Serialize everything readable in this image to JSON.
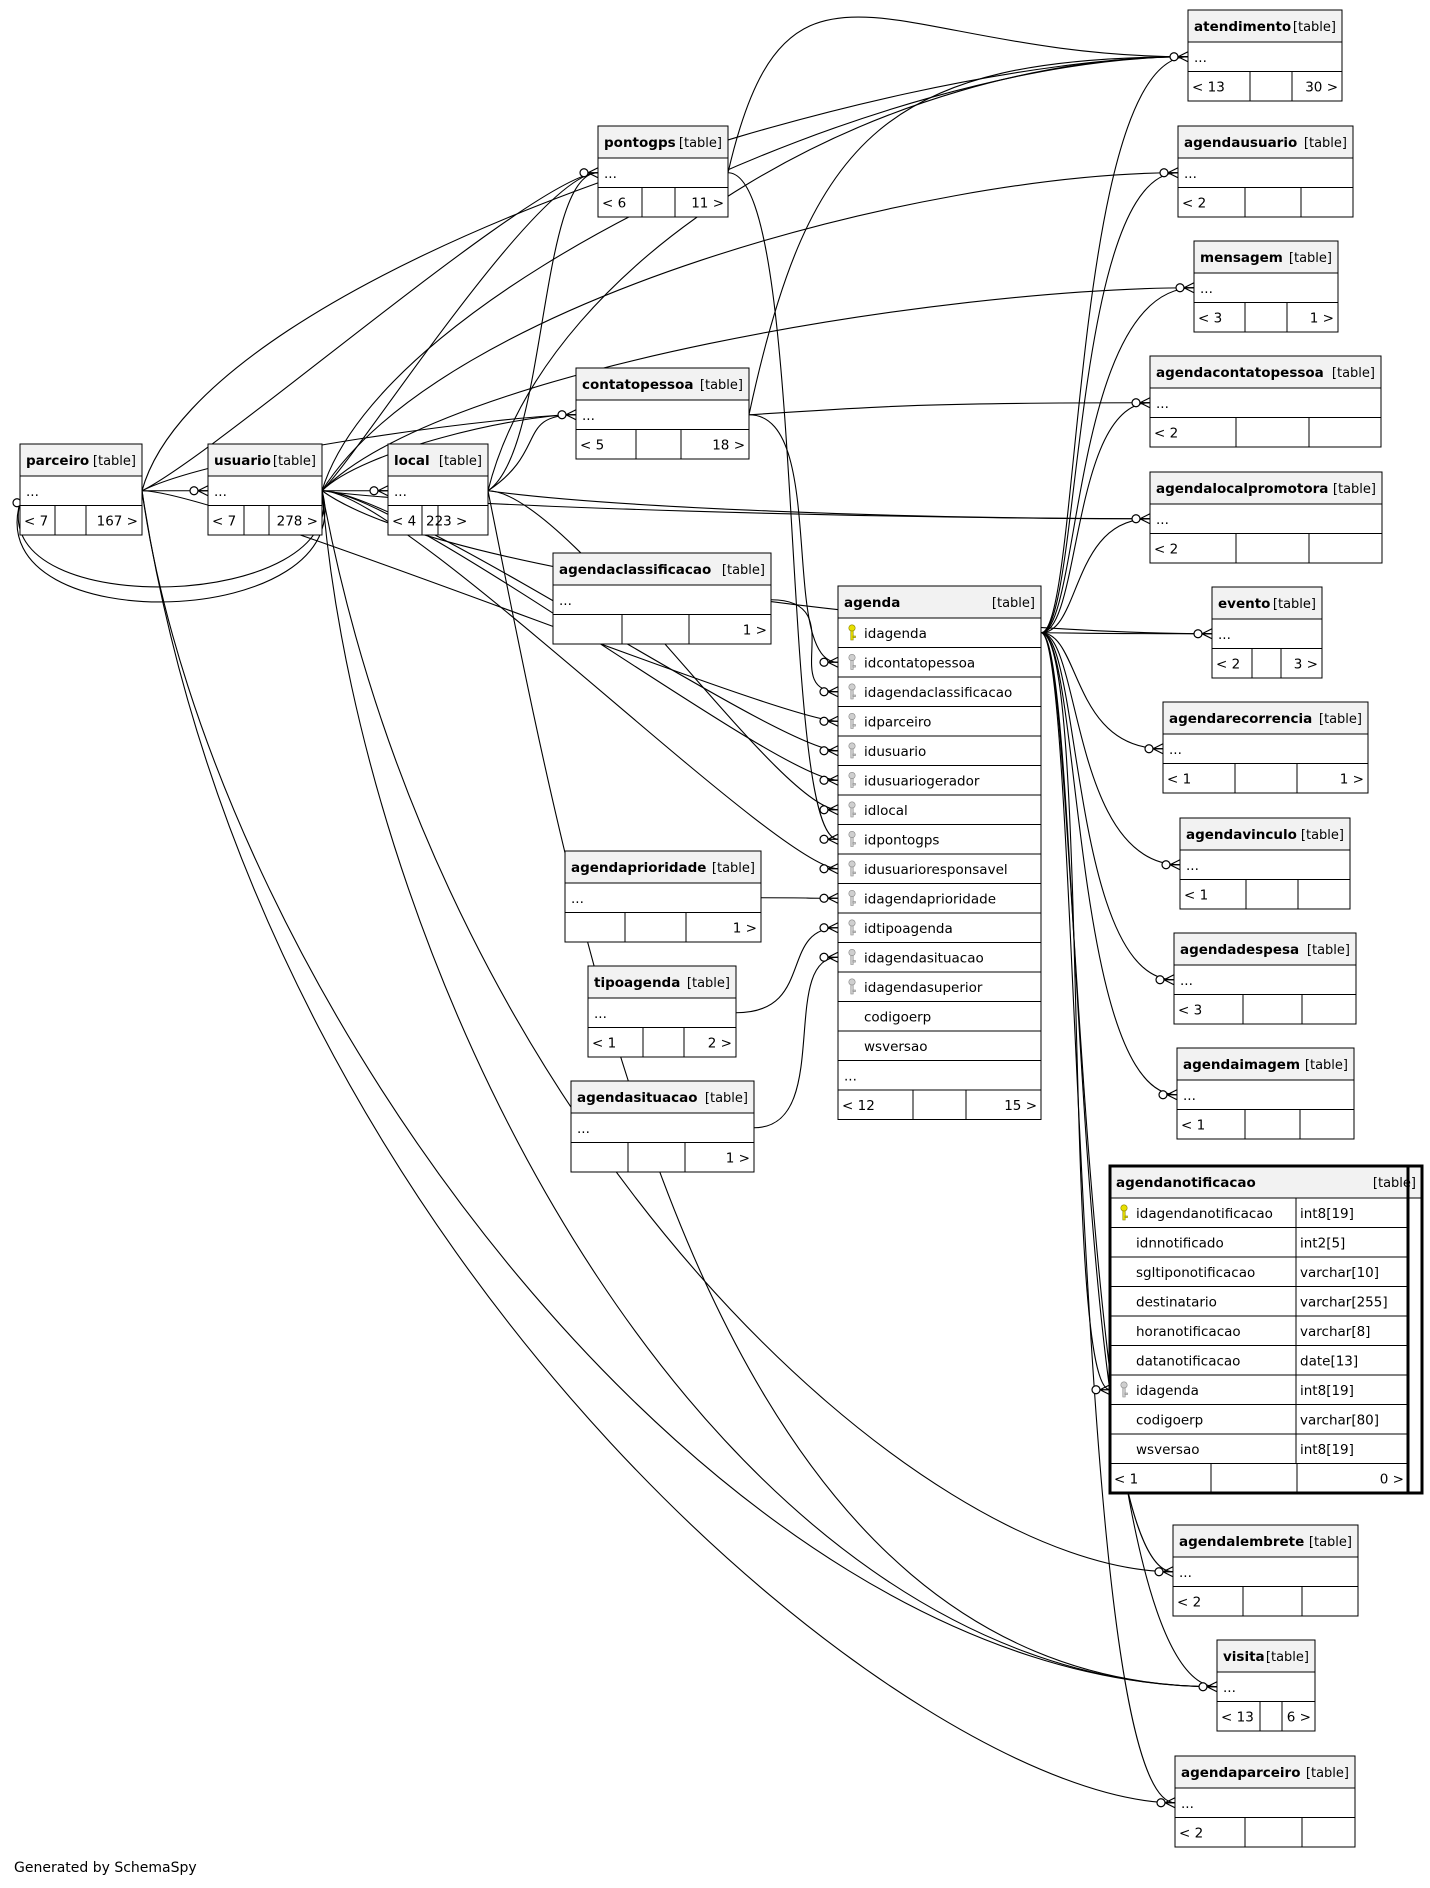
{
  "footer": "Generated by SchemaSpy",
  "tables": [
    {
      "id": "atendimento",
      "name": "atendimento",
      "type": "[table]",
      "rows": [
        "..."
      ],
      "counts": [
        "< 13",
        "",
        "30 >"
      ]
    },
    {
      "id": "agendausuario",
      "name": "agendausuario",
      "type": "[table]",
      "rows": [
        "..."
      ],
      "counts": [
        "< 2",
        "",
        ""
      ]
    },
    {
      "id": "mensagem",
      "name": "mensagem",
      "type": "[table]",
      "rows": [
        "..."
      ],
      "counts": [
        "< 3",
        "",
        "1 >"
      ]
    },
    {
      "id": "agendacontatopessoa",
      "name": "agendacontatopessoa",
      "type": "[table]",
      "rows": [
        "..."
      ],
      "counts": [
        "< 2",
        "",
        ""
      ]
    },
    {
      "id": "agendalocalpromotora",
      "name": "agendalocalpromotora",
      "type": "[table]",
      "rows": [
        "..."
      ],
      "counts": [
        "< 2",
        "",
        ""
      ]
    },
    {
      "id": "evento",
      "name": "evento",
      "type": "[table]",
      "rows": [
        "..."
      ],
      "counts": [
        "< 2",
        "",
        "3 >"
      ]
    },
    {
      "id": "agendarecorrencia",
      "name": "agendarecorrencia",
      "type": "[table]",
      "rows": [
        "..."
      ],
      "counts": [
        "< 1",
        "",
        "1 >"
      ]
    },
    {
      "id": "agendavinculo",
      "name": "agendavinculo",
      "type": "[table]",
      "rows": [
        "..."
      ],
      "counts": [
        "< 1",
        "",
        ""
      ]
    },
    {
      "id": "agendadespesa",
      "name": "agendadespesa",
      "type": "[table]",
      "rows": [
        "..."
      ],
      "counts": [
        "< 3",
        "",
        ""
      ]
    },
    {
      "id": "agendaimagem",
      "name": "agendaimagem",
      "type": "[table]",
      "rows": [
        "..."
      ],
      "counts": [
        "< 1",
        "",
        ""
      ]
    },
    {
      "id": "agendalembrete",
      "name": "agendalembrete",
      "type": "[table]",
      "rows": [
        "..."
      ],
      "counts": [
        "< 2",
        "",
        ""
      ]
    },
    {
      "id": "visita",
      "name": "visita",
      "type": "[table]",
      "rows": [
        "..."
      ],
      "counts": [
        "< 13",
        "",
        "6 >"
      ]
    },
    {
      "id": "agendaparceiro",
      "name": "agendaparceiro",
      "type": "[table]",
      "rows": [
        "..."
      ],
      "counts": [
        "< 2",
        "",
        ""
      ]
    },
    {
      "id": "pontogps",
      "name": "pontogps",
      "type": "[table]",
      "rows": [
        "..."
      ],
      "counts": [
        "< 6",
        "",
        "11 >"
      ]
    },
    {
      "id": "contatopessoa",
      "name": "contatopessoa",
      "type": "[table]",
      "rows": [
        "..."
      ],
      "counts": [
        "< 5",
        "",
        "18 >"
      ]
    },
    {
      "id": "parceiro",
      "name": "parceiro",
      "type": "[table]",
      "rows": [
        "..."
      ],
      "counts": [
        "< 7",
        "",
        "167 >"
      ]
    },
    {
      "id": "usuario",
      "name": "usuario",
      "type": "[table]",
      "rows": [
        "..."
      ],
      "counts": [
        "< 7",
        "",
        "278 >"
      ]
    },
    {
      "id": "local",
      "name": "local",
      "type": "[table]",
      "rows": [
        "..."
      ],
      "counts": [
        "< 4",
        "223 >",
        ""
      ]
    },
    {
      "id": "agendaclassificacao",
      "name": "agendaclassificacao",
      "type": "[table]",
      "rows": [
        "..."
      ],
      "counts": [
        "",
        "",
        "1 >"
      ]
    },
    {
      "id": "agendaprioridade",
      "name": "agendaprioridade",
      "type": "[table]",
      "rows": [
        "..."
      ],
      "counts": [
        "",
        "",
        "1 >"
      ]
    },
    {
      "id": "tipoagenda",
      "name": "tipoagenda",
      "type": "[table]",
      "rows": [
        "..."
      ],
      "counts": [
        "< 1",
        "",
        "2 >"
      ]
    },
    {
      "id": "agendasituacao",
      "name": "agendasituacao",
      "type": "[table]",
      "rows": [
        "..."
      ],
      "counts": [
        "",
        "",
        "1 >"
      ]
    },
    {
      "id": "agenda",
      "name": "agenda",
      "type": "[table]",
      "columns": [
        {
          "name": "idagenda",
          "key": "pk"
        },
        {
          "name": "idcontatopessoa",
          "key": "fk"
        },
        {
          "name": "idagendaclassificacao",
          "key": "fk"
        },
        {
          "name": "idparceiro",
          "key": "fk"
        },
        {
          "name": "idusuario",
          "key": "fk"
        },
        {
          "name": "idusuariogerador",
          "key": "fk"
        },
        {
          "name": "idlocal",
          "key": "fk"
        },
        {
          "name": "idpontogps",
          "key": "fk"
        },
        {
          "name": "idusuarioresponsavel",
          "key": "fk"
        },
        {
          "name": "idagendaprioridade",
          "key": "fk"
        },
        {
          "name": "idtipoagenda",
          "key": "fk"
        },
        {
          "name": "idagendasituacao",
          "key": "fk"
        },
        {
          "name": "idagendasuperior",
          "key": "fk"
        },
        {
          "name": "codigoerp",
          "key": ""
        },
        {
          "name": "wsversao",
          "key": ""
        }
      ],
      "ellipsis": "...",
      "counts": [
        "< 12",
        "",
        "15 >"
      ]
    },
    {
      "id": "agendanotificacao",
      "name": "agendanotificacao",
      "type": "[table]",
      "focus": true,
      "columns": [
        {
          "name": "idagendanotificacao",
          "type": "int8[19]",
          "key": "pk"
        },
        {
          "name": "idnnotificado",
          "type": "int2[5]",
          "key": ""
        },
        {
          "name": "sgltiponotificacao",
          "type": "varchar[10]",
          "key": ""
        },
        {
          "name": "destinatario",
          "type": "varchar[255]",
          "key": ""
        },
        {
          "name": "horanotificacao",
          "type": "varchar[8]",
          "key": ""
        },
        {
          "name": "datanotificacao",
          "type": "date[13]",
          "key": ""
        },
        {
          "name": "idagenda",
          "type": "int8[19]",
          "key": "fk"
        },
        {
          "name": "codigoerp",
          "type": "varchar[80]",
          "key": ""
        },
        {
          "name": "wsversao",
          "type": "int8[19]",
          "key": ""
        }
      ],
      "counts": [
        "< 1",
        "",
        "0 >"
      ]
    }
  ]
}
